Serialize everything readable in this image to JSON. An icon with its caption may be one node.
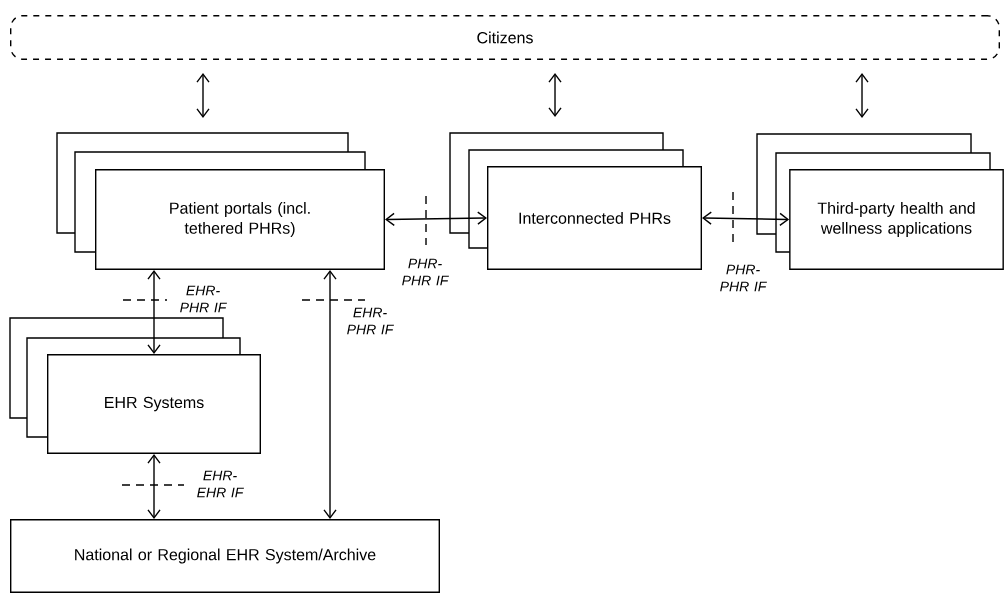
{
  "diagram": {
    "nodes": [
      {
        "text": [
          "Citizens"
        ]
      },
      {
        "text": [
          "Patient portals (incl. tethered PHRs)"
        ]
      },
      {
        "text": [
          "Interconnected PHRs"
        ]
      },
      {
        "text": [
          "Third-party health and wellness applications"
        ]
      },
      {
        "text": [
          "EHR Systems"
        ]
      },
      {
        "text": [
          "National or Regional EHR System/Archive"
        ]
      }
    ],
    "edges": [
      {
        "from": 0,
        "to": 1,
        "arrow": "both"
      },
      {
        "from": 0,
        "to": 2,
        "arrow": "both"
      },
      {
        "from": 0,
        "to": 3,
        "arrow": "both"
      },
      {
        "from": 1,
        "to": 2,
        "arrow": "both",
        "label": "PHR-PHR IF"
      },
      {
        "from": 2,
        "to": 3,
        "arrow": "both",
        "label": "PHR-PHR IF"
      },
      {
        "from": 1,
        "to": 4,
        "arrow": "both",
        "label": "EHR-PHR IF"
      },
      {
        "from": 1,
        "to": 5,
        "arrow": "both",
        "label": "EHR-PHR IF"
      },
      {
        "from": 4,
        "to": 5,
        "arrow": "both",
        "label": "EHR-EHR IF"
      }
    ]
  }
}
